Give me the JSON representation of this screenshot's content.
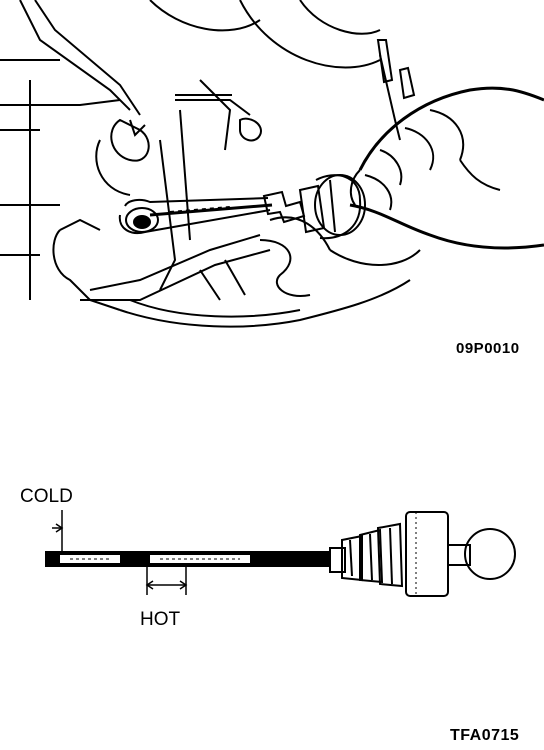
{
  "figure_codes": {
    "top": "09P0010",
    "bottom": "TFA0715"
  },
  "dipstick_labels": {
    "cold": "COLD",
    "hot": "HOT"
  },
  "colors": {
    "ink": "#000000",
    "paper": "#ffffff"
  }
}
